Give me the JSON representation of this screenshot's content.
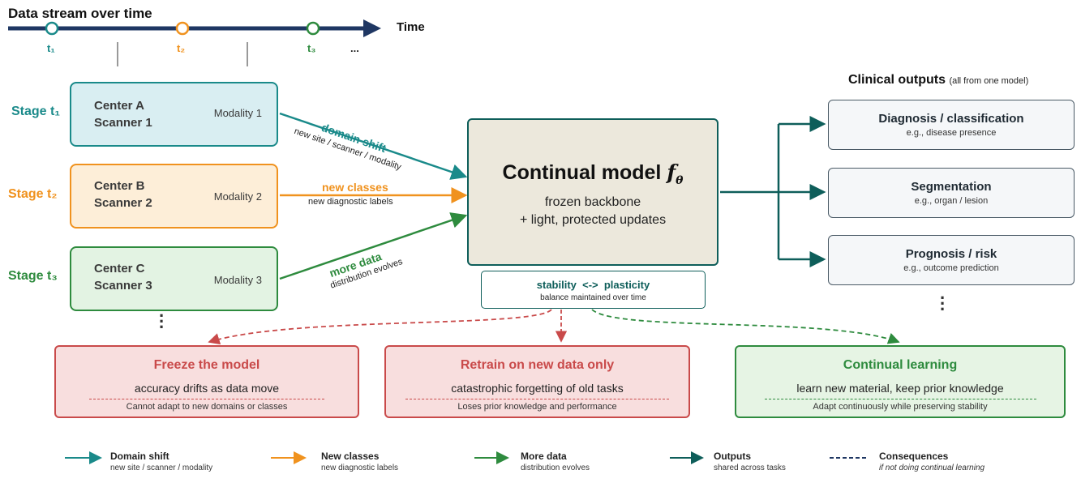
{
  "timeline": {
    "title": "Data stream over time",
    "axis_label": "Time",
    "ticks": [
      "t₁",
      "t₂",
      "t₃",
      "..."
    ]
  },
  "stages": [
    {
      "label": "Stage t₁",
      "center": "Center A",
      "scanner": "Scanner 1",
      "modality": "Modality 1",
      "color": "#1a8a8a"
    },
    {
      "label": "Stage t₂",
      "center": "Center B",
      "scanner": "Scanner 2",
      "modality": "Modality 2",
      "color": "#f0921e"
    },
    {
      "label": "Stage t₃",
      "center": "Center C",
      "scanner": "Scanner 3",
      "modality": "Modality 3",
      "color": "#2e8b3e"
    }
  ],
  "arrows": {
    "domain_shift": {
      "label": "domain shift",
      "sub": "new site / scanner / modality"
    },
    "new_classes": {
      "label": "new classes",
      "sub": "new diagnostic labels"
    },
    "more_data": {
      "label": "more data",
      "sub": "distribution evolves"
    }
  },
  "model": {
    "title": "Continual model",
    "symbol": "f",
    "subscript": "θ",
    "line1": "frozen backbone",
    "line2": "+ light, protected updates"
  },
  "balance": {
    "title": "stability  <->  plasticity",
    "sub": "balance maintained over time"
  },
  "outputs": {
    "header": "Clinical outputs",
    "header_note": "(all from one model)",
    "items": [
      {
        "title": "Diagnosis / classification",
        "sub": "e.g., disease presence"
      },
      {
        "title": "Segmentation",
        "sub": "e.g., organ / lesion"
      },
      {
        "title": "Prognosis / risk",
        "sub": "e.g., outcome prediction"
      }
    ]
  },
  "consequences": [
    {
      "title": "Freeze the model",
      "main": "accuracy drifts as data move",
      "sub": "Cannot adapt to new domains or classes",
      "color": "#c94a4a"
    },
    {
      "title": "Retrain on new data only",
      "main": "catastrophic forgetting of old tasks",
      "sub": "Loses prior knowledge and performance",
      "color": "#c94a4a"
    },
    {
      "title": "Continual learning",
      "main": "learn new material, keep prior knowledge",
      "sub": "Adapt continuously while preserving stability",
      "color": "#2e8b3e"
    }
  ],
  "legend": [
    {
      "title": "Domain shift",
      "sub": "new site / scanner / modality",
      "color": "#1a8a8a"
    },
    {
      "title": "New classes",
      "sub": "new diagnostic labels",
      "color": "#f0921e"
    },
    {
      "title": "More data",
      "sub": "distribution evolves",
      "color": "#2e8b3e"
    },
    {
      "title": "Outputs",
      "sub": "shared across tasks",
      "color": "#0e5e5a"
    },
    {
      "title": "Consequences",
      "sub": "if not doing continual learning",
      "color": "#1f3763"
    }
  ]
}
